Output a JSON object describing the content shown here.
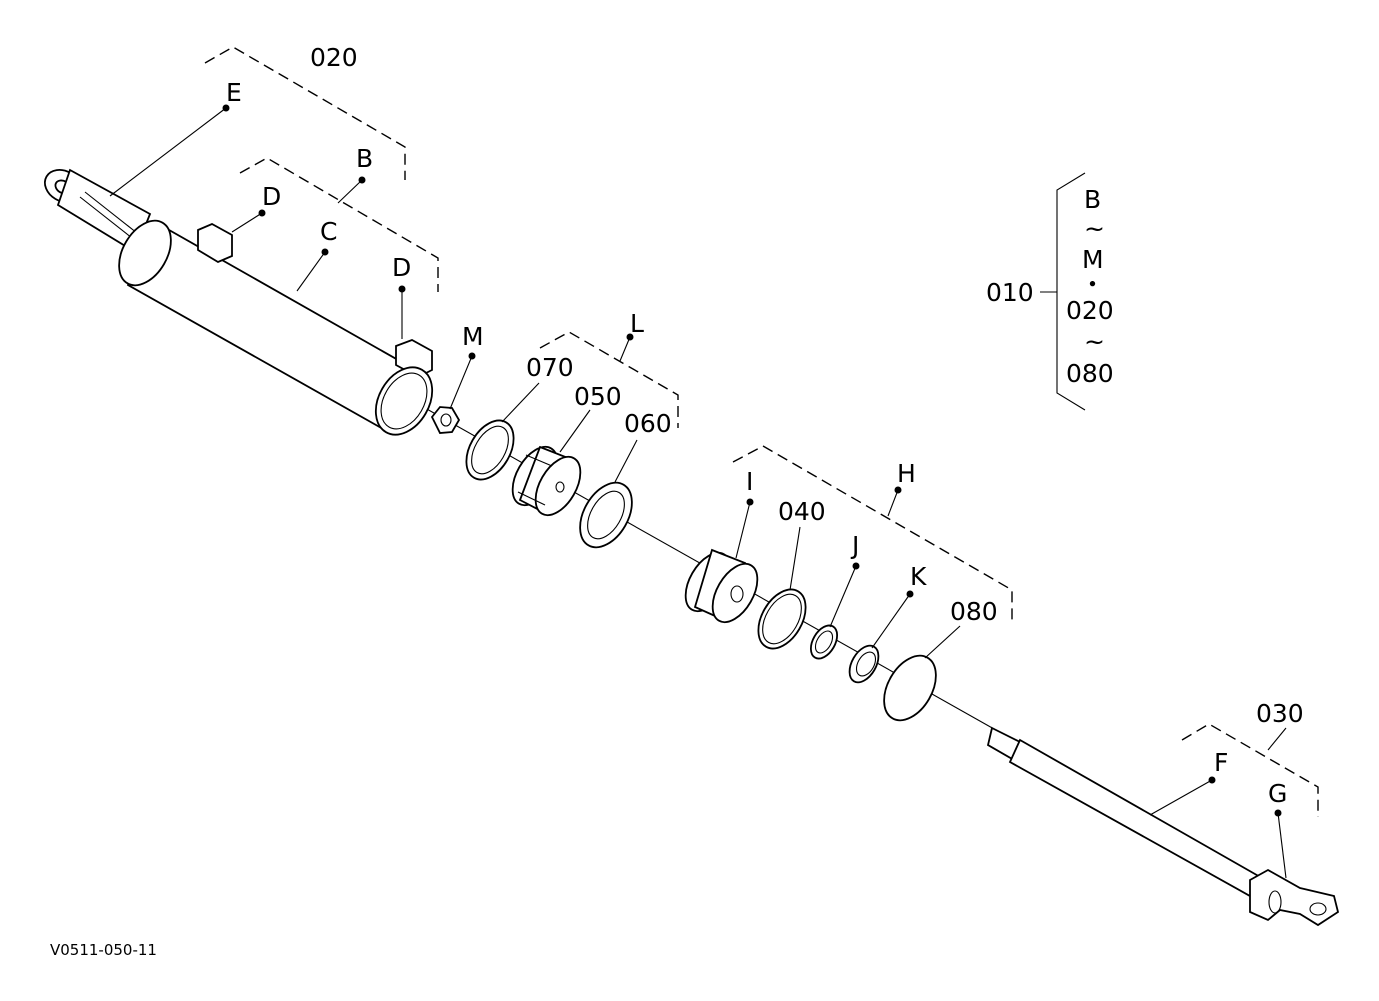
{
  "diagram": {
    "drawing_code": "V0511-050-11",
    "assembly": {
      "ref": "010",
      "range_start": "B",
      "range_tilde_1": "~",
      "range_end": "M",
      "separator": "・",
      "range2_start": "020",
      "range_tilde_2": "~",
      "range2_end": "080"
    },
    "labels": {
      "p020": "020",
      "E": "E",
      "B": "B",
      "D1": "D",
      "C": "C",
      "D2": "D",
      "M": "M",
      "p070": "070",
      "L": "L",
      "p050": "050",
      "p060": "060",
      "H": "H",
      "I": "I",
      "p040": "040",
      "J": "J",
      "K": "K",
      "p080": "080",
      "p030": "030",
      "F": "F",
      "G": "G"
    }
  }
}
